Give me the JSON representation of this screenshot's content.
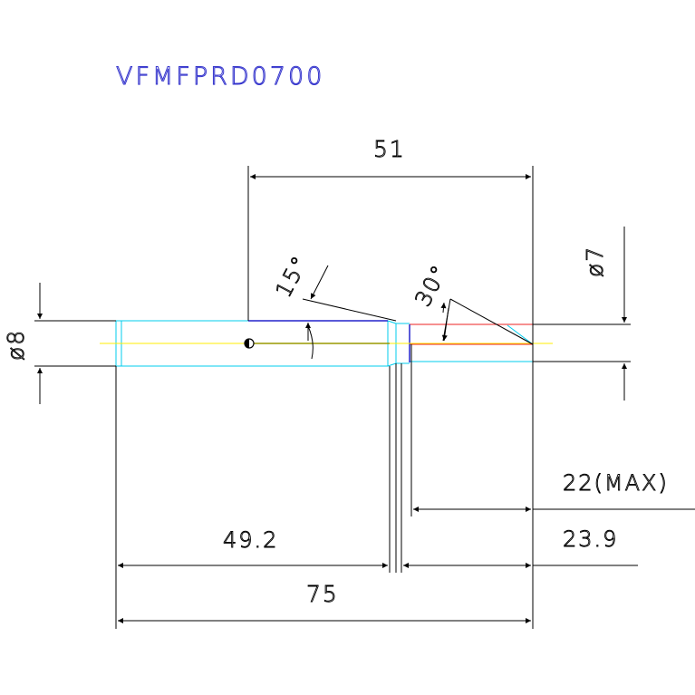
{
  "drawing": {
    "part_code": "VFMFPRD0700",
    "colors": {
      "title": "#3333cc",
      "dimension": "#000000",
      "body_outline": "#00ccee",
      "tip_outline": "#ee2222",
      "centerline": "#ffee00",
      "olive_line": "#999900",
      "blue_edge": "#2222cc"
    },
    "dimensions": {
      "total_length": "75",
      "tip_length": "51",
      "shank_length": "49.2",
      "flute_length": "23.9",
      "max_length": "22(MAX)",
      "shank_diameter": "ø8",
      "tip_diameter": "ø7",
      "angle_chamfer": "15°",
      "angle_point": "30°"
    }
  }
}
